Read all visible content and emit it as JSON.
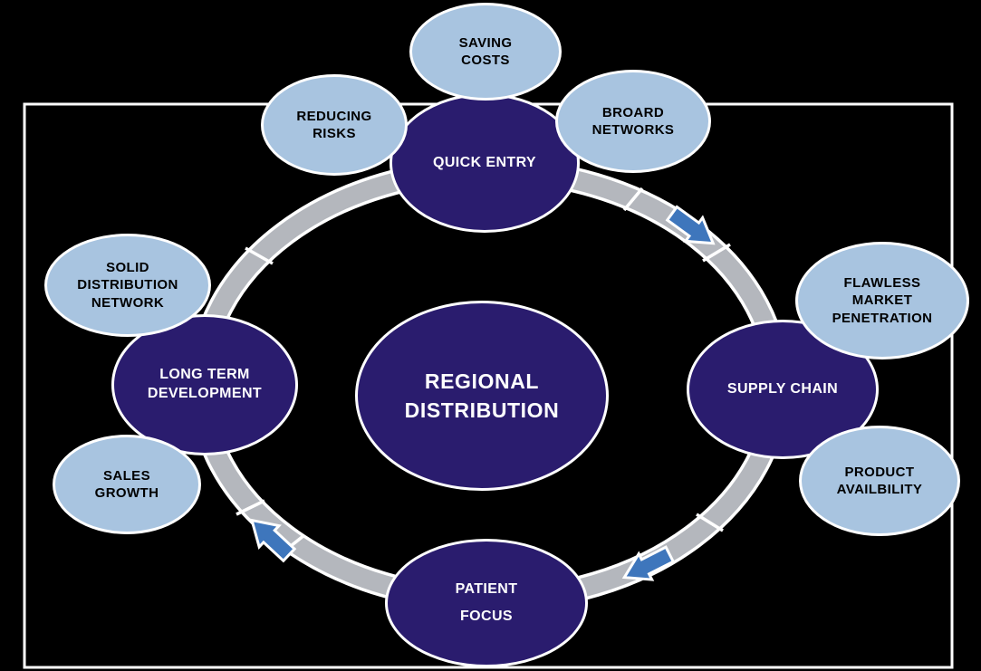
{
  "diagram_title": "Regional Distribution cycle diagram",
  "colors": {
    "background": "#000000",
    "frame_border": "#FFFFFF",
    "dark_node_fill": "#2A1C6E",
    "dark_node_text": "#FFFFFF",
    "light_node_fill": "#A8C4E0",
    "light_node_text": "#000000",
    "ring_fill": "#B4B7BD",
    "ring_outline": "#FFFFFF",
    "arrow_fill": "#3E76BC"
  },
  "center_node": {
    "label": "REGIONAL\nDISTRIBUTION"
  },
  "main_nodes": [
    {
      "id": "quick-entry",
      "label": "QUICK ENTRY"
    },
    {
      "id": "supply-chain",
      "label": "SUPPLY CHAIN"
    },
    {
      "id": "patient-focus",
      "label": "PATIENT\nFOCUS"
    },
    {
      "id": "long-term-development",
      "label": "LONG TERM\nDEVELOPMENT"
    }
  ],
  "satellite_nodes": [
    {
      "id": "saving-costs",
      "label": "SAVING\nCOSTS"
    },
    {
      "id": "reducing-risks",
      "label": "REDUCING\nRISKS"
    },
    {
      "id": "broard-networks",
      "label": "BROARD\nNETWORKS"
    },
    {
      "id": "flawless-market-penetration",
      "label": "FLAWLESS\nMARKET\nPENETRATION"
    },
    {
      "id": "product-availbility",
      "label": "PRODUCT\nAVAILBILITY"
    },
    {
      "id": "solid-distribution-network",
      "label": "SOLID\nDISTRIBUTION\nNETWORK"
    },
    {
      "id": "sales-growth",
      "label": "SALES\nGROWTH"
    }
  ],
  "flow": {
    "direction": "clockwise",
    "arrow_count": 3
  }
}
